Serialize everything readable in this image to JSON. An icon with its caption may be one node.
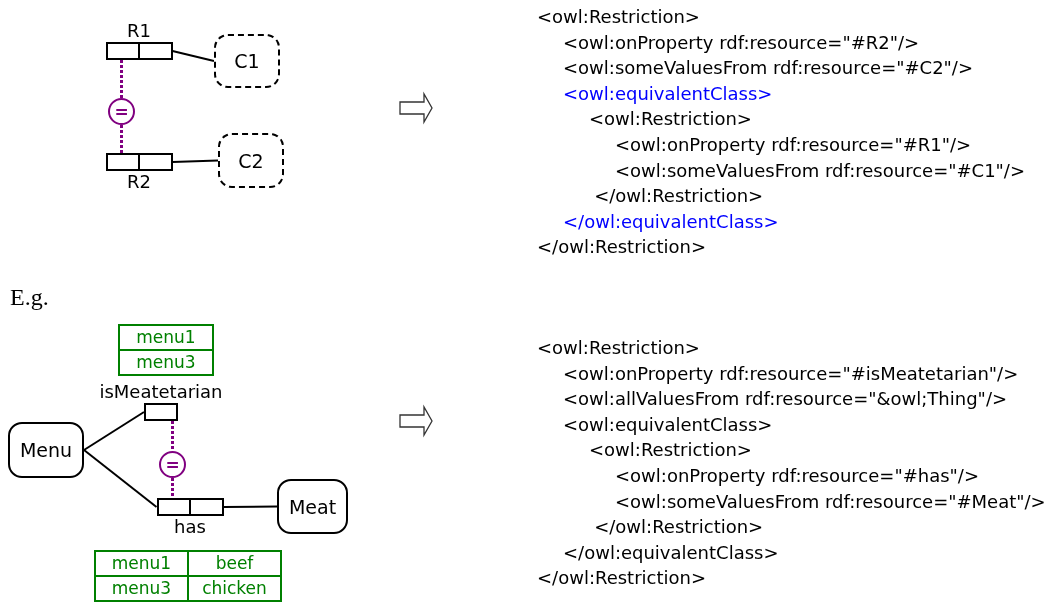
{
  "diagram": {
    "nodes": [
      {
        "text": [
          "R1"
        ]
      },
      {
        "text": [
          "C1"
        ]
      },
      {
        "text": [
          "="
        ]
      },
      {
        "text": [
          "R2"
        ]
      },
      {
        "text": [
          "C2"
        ]
      },
      {
        "text": [
          "menu1",
          "menu3"
        ]
      },
      {
        "text": [
          "isMeatetarian"
        ]
      },
      {
        "text": [
          "Menu"
        ]
      },
      {
        "text": [
          "="
        ]
      },
      {
        "text": [
          "has"
        ]
      },
      {
        "text": [
          "Meat"
        ]
      },
      {
        "text": [
          "menu1",
          "beef",
          "menu3",
          "chicken"
        ]
      }
    ],
    "edges": [
      {
        "from": 0,
        "to": 1,
        "arrow": "none"
      },
      {
        "from": 0,
        "to": 2,
        "arrow": "none",
        "style": "dashed",
        "color": "#800080"
      },
      {
        "from": 2,
        "to": 3,
        "arrow": "none",
        "style": "dashed",
        "color": "#800080"
      },
      {
        "from": 3,
        "to": 4,
        "arrow": "none"
      },
      {
        "from": 7,
        "to": 6,
        "arrow": "none"
      },
      {
        "from": 7,
        "to": 9,
        "arrow": "none"
      },
      {
        "from": 6,
        "to": 8,
        "arrow": "none",
        "style": "dashed",
        "color": "#800080"
      },
      {
        "from": 8,
        "to": 9,
        "arrow": "none",
        "style": "dashed",
        "color": "#800080"
      },
      {
        "from": 9,
        "to": 10,
        "arrow": "none"
      }
    ],
    "labels": [
      "<owl:Restriction>",
      "<owl:onProperty rdf:resource=\"#R2\"/>",
      "<owl:someValuesFrom rdf:resource=\"#C2\"/>",
      "<owl:equivalentClass>",
      "<owl:Restriction>",
      "<owl:onProperty rdf:resource=\"#R1\"/>",
      "<owl:someValuesFrom rdf:resource=\"#C1\"/>",
      "</owl:Restriction>",
      "</owl:equivalentClass>",
      "</owl:Restriction>",
      "E.g.",
      "<owl:Restriction>",
      "<owl:onProperty rdf:resource=\"#isMeatetarian\"/>",
      "<owl:allValuesFrom rdf:resource=\"&owl;Thing\"/>",
      "<owl:equivalentClass>",
      "<owl:Restriction>",
      "<owl:onProperty rdf:resource=\"#has\"/>",
      "<owl:someValuesFrom rdf:resource=\"#Meat\"/>",
      "</owl:Restriction>",
      "</owl:equivalentClass>",
      "</owl:Restriction>"
    ]
  }
}
